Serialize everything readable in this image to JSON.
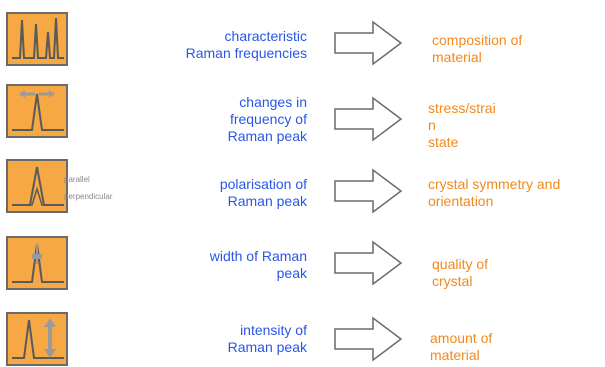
{
  "colors": {
    "blue_text": "#2a56e6",
    "orange_text": "#f18a1e",
    "thumb_fill": "#f5a843",
    "thumb_border": "#6a6a6a"
  },
  "rows": [
    {
      "property": "characteristic\nRaman frequencies",
      "result": "composition of\nmaterial",
      "icon": "multiple-peaks-icon"
    },
    {
      "property": "changes in\nfrequency of\nRaman peak",
      "result": "stress/strai\nn\nstate",
      "icon": "peak-shift-icon"
    },
    {
      "property": "polarisation of\nRaman peak",
      "result": "crystal symmetry and\norientation",
      "icon": "polarisation-peak-icon",
      "thumb_labels": {
        "parallel": "parallel",
        "perpendicular": "perpendicular"
      }
    },
    {
      "property": "width of Raman\npeak",
      "result": "quality of\ncrystal",
      "icon": "peak-width-icon"
    },
    {
      "property": "intensity of\nRaman peak",
      "result": "amount of\nmaterial",
      "icon": "peak-intensity-icon"
    }
  ]
}
